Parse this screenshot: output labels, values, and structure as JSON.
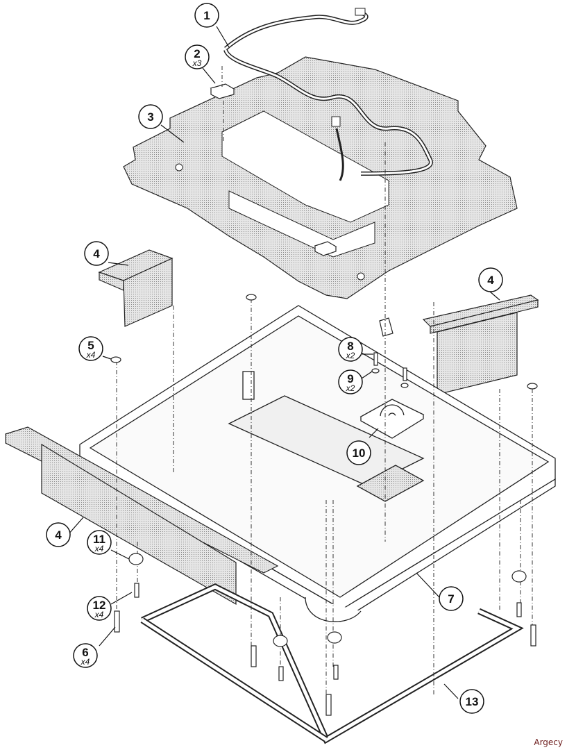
{
  "diagram": {
    "title": "Base assembly exploded view",
    "callouts": [
      {
        "id": "1",
        "number": "1",
        "qty": "",
        "part": "cable-harness"
      },
      {
        "id": "2",
        "number": "2",
        "qty": "x3",
        "part": "cable-clip"
      },
      {
        "id": "3",
        "number": "3",
        "qty": "",
        "part": "shield-plate"
      },
      {
        "id": "4a",
        "number": "4",
        "qty": "",
        "part": "foam-block-left"
      },
      {
        "id": "4b",
        "number": "4",
        "qty": "",
        "part": "foam-strip-right"
      },
      {
        "id": "4c",
        "number": "4",
        "qty": "",
        "part": "foam-strip-front"
      },
      {
        "id": "5",
        "number": "5",
        "qty": "x4",
        "part": "washer"
      },
      {
        "id": "6",
        "number": "6",
        "qty": "x4",
        "part": "shoulder-screw"
      },
      {
        "id": "7",
        "number": "7",
        "qty": "",
        "part": "base-frame"
      },
      {
        "id": "8",
        "number": "8",
        "qty": "x2",
        "part": "fan-screw"
      },
      {
        "id": "9",
        "number": "9",
        "qty": "x2",
        "part": "fan-washer"
      },
      {
        "id": "10",
        "number": "10",
        "qty": "",
        "part": "cooling-fan"
      },
      {
        "id": "11",
        "number": "11",
        "qty": "x4",
        "part": "rubber-foot"
      },
      {
        "id": "12",
        "number": "12",
        "qty": "x4",
        "part": "foot-screw"
      },
      {
        "id": "13",
        "number": "13",
        "qty": "",
        "part": "gasket"
      }
    ]
  },
  "watermark": "Argecy"
}
